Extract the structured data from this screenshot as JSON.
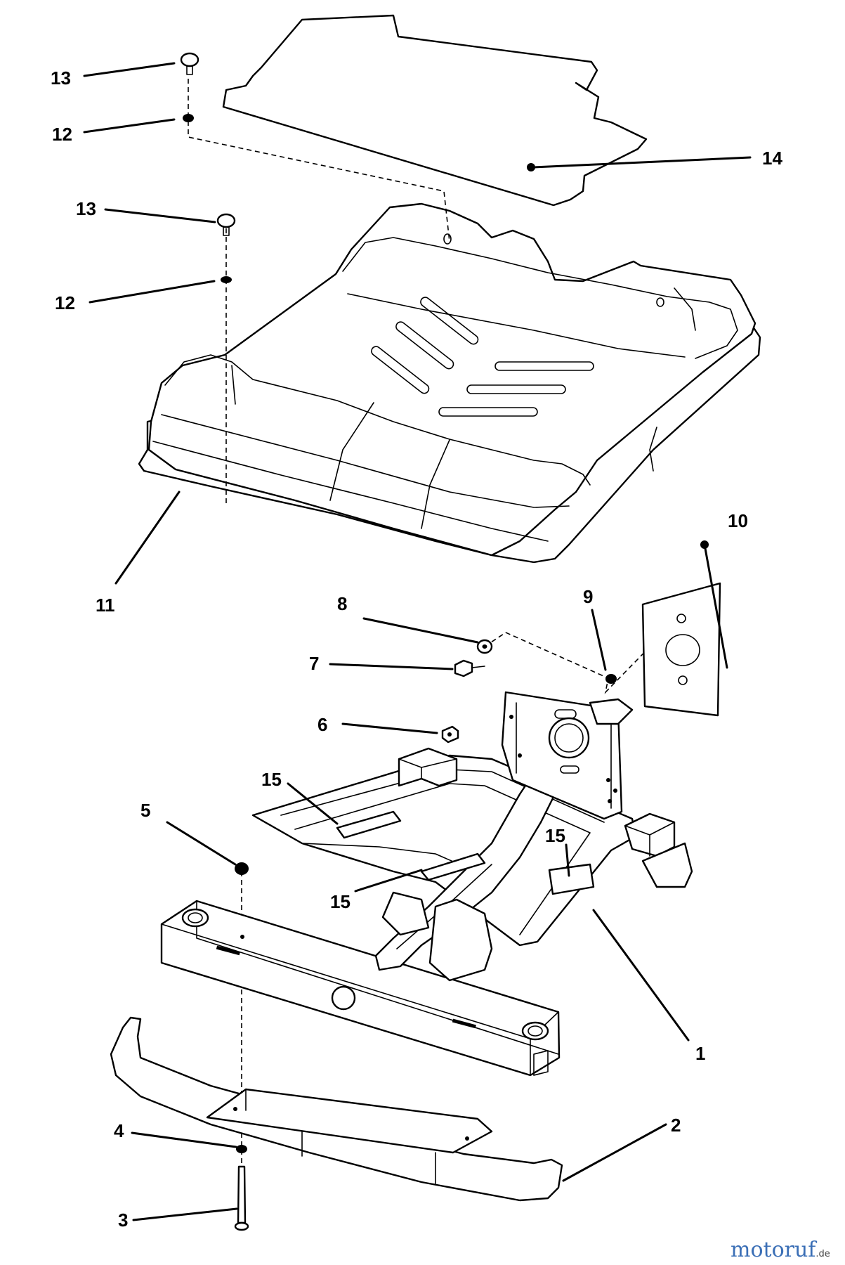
{
  "labels": {
    "l1": "1",
    "l2": "2",
    "l3": "3",
    "l4": "4",
    "l5": "5",
    "l6": "6",
    "l7": "7",
    "l8": "8",
    "l9": "9",
    "l10": "10",
    "l11": "11",
    "l12a": "12",
    "l12b": "12",
    "l13a": "13",
    "l13b": "13",
    "l14": "14",
    "l15a": "15",
    "l15b": "15",
    "l15c": "15"
  },
  "watermark": {
    "brand": "motoruf",
    "suffix": ".de"
  }
}
